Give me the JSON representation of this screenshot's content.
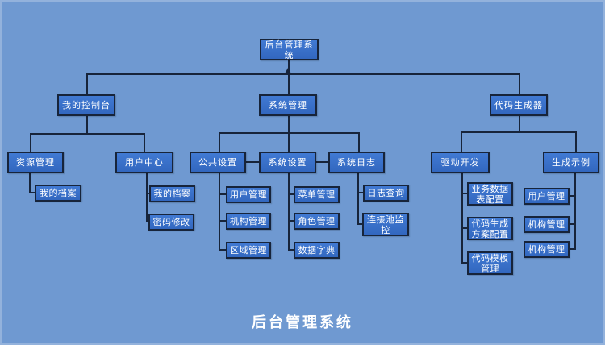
{
  "diagram_title": "后台管理系统",
  "caption": "后台管理系统",
  "colors": {
    "background": "#6f99d1",
    "node_fill": "#3a74cb",
    "node_border": "#17243a",
    "connector": "#17243a",
    "text": "#ffffff"
  },
  "nodes": {
    "root": "后台管理系统",
    "my_console": "我的控制台",
    "system_management": "系统管理",
    "code_generator": "代码生成器",
    "resource_management": "资源管理",
    "user_center": "用户中心",
    "public_settings": "公共设置",
    "system_settings": "系统设置",
    "system_log": "系统日志",
    "driver_development": "驱动开发",
    "generation_example": "生成示例",
    "my_profile_1": "我的档案",
    "my_profile_2": "我的档案",
    "password_change": "密码修改",
    "user_management_1": "用户管理",
    "org_management_1": "机构管理",
    "region_management": "区域管理",
    "menu_management": "菜单管理",
    "role_management": "角色管理",
    "data_dictionary": "数据字典",
    "log_query": "日志查询",
    "connection_pool_monitor": "连接池监控",
    "business_data_table_config": "业务数据表配置",
    "code_generation_scheme_config": "代码生成方案配置",
    "code_template_management": "代码模板管理",
    "user_management_2": "用户管理",
    "org_management_2": "机构管理",
    "org_management_3": "机构管理"
  },
  "hierarchy": {
    "root": "后台管理系统",
    "branches": [
      {
        "label": "我的控制台",
        "children": [
          {
            "label": "资源管理",
            "children": [
              "我的档案"
            ]
          },
          {
            "label": "用户中心",
            "children": [
              "我的档案",
              "密码修改"
            ]
          }
        ]
      },
      {
        "label": "系统管理",
        "children": [
          {
            "label": "公共设置",
            "children": [
              "用户管理",
              "机构管理",
              "区域管理"
            ]
          },
          {
            "label": "系统设置",
            "children": [
              "菜单管理",
              "角色管理",
              "数据字典"
            ]
          },
          {
            "label": "系统日志",
            "children": [
              "日志查询",
              "连接池监控"
            ]
          }
        ]
      },
      {
        "label": "代码生成器",
        "children": [
          {
            "label": "驱动开发",
            "children": [
              "业务数据表配置",
              "代码生成方案配置",
              "代码模板管理"
            ]
          },
          {
            "label": "生成示例",
            "children": [
              "用户管理",
              "机构管理",
              "机构管理"
            ]
          }
        ]
      }
    ]
  }
}
